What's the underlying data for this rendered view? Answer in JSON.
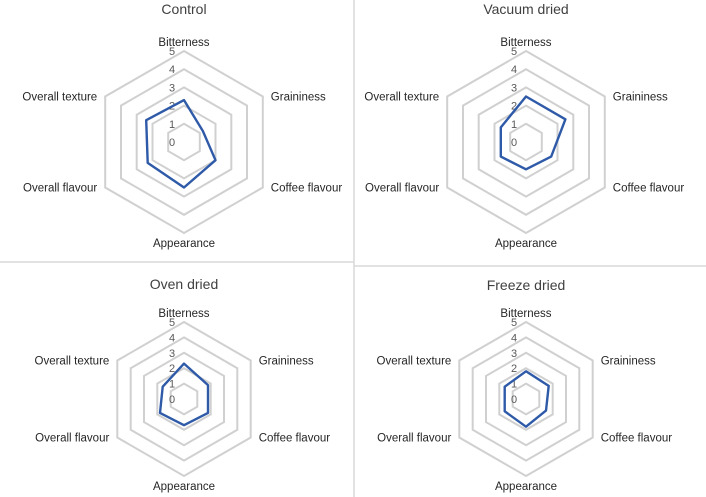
{
  "chart_data": [
    {
      "type": "radar",
      "title": "Control",
      "axes": [
        "Bitterness",
        "Graininess",
        "Coffee flavour",
        "Appearance",
        "Overall flavour",
        "Overall texture"
      ],
      "ticks": [
        "0",
        "1",
        "2",
        "3",
        "4",
        "5"
      ],
      "rlim": [
        0,
        5
      ],
      "series": [
        {
          "values": [
            2.3,
            1.2,
            2.0,
            2.5,
            2.3,
            2.4
          ],
          "color": "#2e5aa8"
        }
      ]
    },
    {
      "type": "radar",
      "title": "Vacuum dried",
      "axes": [
        "Bitterness",
        "Graininess",
        "Coffee flavour",
        "Appearance",
        "Overall flavour",
        "Overall texture"
      ],
      "ticks": [
        "0",
        "1",
        "2",
        "3",
        "4",
        "5"
      ],
      "rlim": [
        0,
        5
      ],
      "series": [
        {
          "values": [
            2.5,
            2.5,
            1.6,
            1.5,
            1.6,
            1.6
          ],
          "color": "#2e5aa8"
        }
      ]
    },
    {
      "type": "radar",
      "title": "Oven dried",
      "axes": [
        "Bitterness",
        "Graininess",
        "Coffee flavour",
        "Appearance",
        "Overall flavour",
        "Overall texture"
      ],
      "ticks": [
        "0",
        "1",
        "2",
        "3",
        "4",
        "5"
      ],
      "rlim": [
        0,
        5
      ],
      "series": [
        {
          "values": [
            2.3,
            1.8,
            1.8,
            1.7,
            1.8,
            1.6
          ],
          "color": "#2e5aa8"
        }
      ]
    },
    {
      "type": "radar",
      "title": "Freeze dried",
      "axes": [
        "Bitterness",
        "Graininess",
        "Coffee flavour",
        "Appearance",
        "Overall flavour",
        "Overall texture"
      ],
      "ticks": [
        "0",
        "1",
        "2",
        "3",
        "4",
        "5"
      ],
      "rlim": [
        0,
        5
      ],
      "series": [
        {
          "values": [
            1.8,
            1.7,
            1.5,
            1.8,
            1.6,
            1.6
          ],
          "color": "#2e5aa8"
        }
      ]
    }
  ],
  "colors": {
    "grid": "#d0d0d0",
    "series": "#2e5aa8",
    "divider": "#d9d9d9"
  }
}
